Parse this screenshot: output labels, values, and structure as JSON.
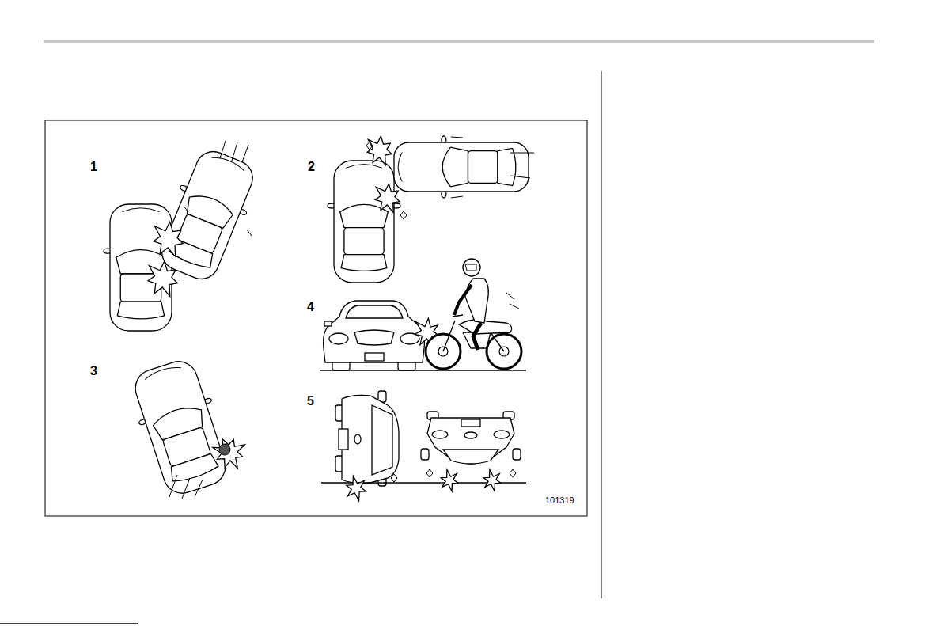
{
  "diagram": {
    "labels": [
      "1",
      "2",
      "3",
      "4",
      "5",
      "101319"
    ]
  }
}
